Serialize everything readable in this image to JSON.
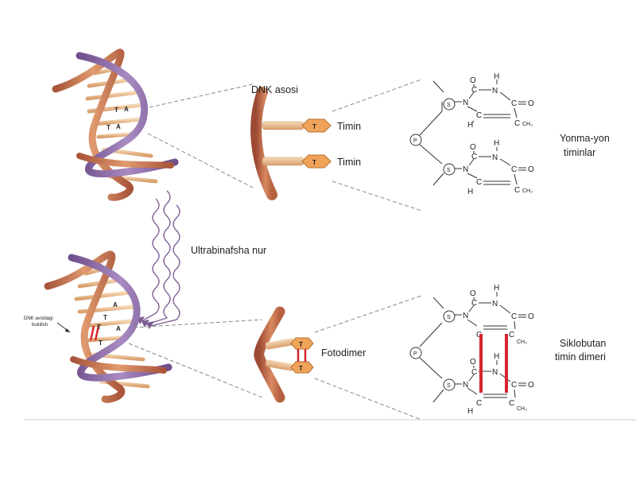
{
  "labels": {
    "dnk_asosi": "DNK asosi",
    "timin_1": "Timin",
    "timin_2": "Timin",
    "yonma_yon_1": "Yonma-yon",
    "yonma_yon_2": "timinlar",
    "ultrabinafsha": "Ultrabinafsha nur",
    "fotodimer": "Fotodimer",
    "siklobutan_1": "Siklobutan",
    "siklobutan_2": "timin dimeri",
    "dnk_bukilish_1": "DNK avoidagi",
    "dnk_bukilish_2": "bukilish"
  },
  "bases": {
    "t": "T",
    "a": "A"
  },
  "chem": {
    "o": "O",
    "h": "H",
    "n": "N",
    "c": "C",
    "ch3": "CH₃",
    "s": "S",
    "p": "P"
  },
  "colors": {
    "strand_purple": "#8d6aa8",
    "strand_orange": "#c8744e",
    "rung": "#e8b98a",
    "thymine_fill": "#f0a45a",
    "dimer_bond": "#d4262c",
    "uv_wave": "#7b5a92",
    "divider": "#cccccc"
  }
}
